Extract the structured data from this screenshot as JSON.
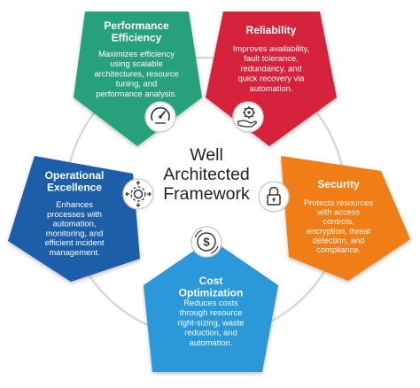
{
  "center": {
    "title_lines": [
      "Well",
      "Architected",
      "Framework"
    ]
  },
  "pillars": [
    {
      "id": "performance",
      "title_lines": [
        "Performance",
        "Efficiency"
      ],
      "desc_lines": [
        "Maximizes efficiency",
        "using scalable",
        "architectures, resource",
        "tuning, and",
        "performance analysis."
      ],
      "color": "#27a17c",
      "icon": "speedometer-icon"
    },
    {
      "id": "reliability",
      "title_lines": [
        "Reliability"
      ],
      "desc_lines": [
        "Improves availability,",
        "fault tolerance,",
        "redundancy, and",
        "quick recovery via",
        "automation."
      ],
      "color": "#d6213b",
      "icon": "hand-gear-icon"
    },
    {
      "id": "security",
      "title_lines": [
        "Security"
      ],
      "desc_lines": [
        "Protects resources",
        "with access",
        "controls,",
        "encryption, threat",
        "detection, and",
        "compliance."
      ],
      "color": "#f07d16",
      "icon": "lock-icon"
    },
    {
      "id": "cost",
      "title_lines": [
        "Cost",
        "Optimization"
      ],
      "desc_lines": [
        "Reduces costs",
        "through resource",
        "right-sizing, waste",
        "reduction, and",
        "automation."
      ],
      "color": "#2b98d9",
      "icon": "dollar-coin-icon"
    },
    {
      "id": "operational",
      "title_lines": [
        "Operational",
        "Excellence"
      ],
      "desc_lines": [
        "Enhances",
        "processes with",
        "automation,",
        "monitoring, and",
        "efficient incident",
        "management."
      ],
      "color": "#1a5ea8",
      "icon": "gear-arrows-icon"
    }
  ]
}
